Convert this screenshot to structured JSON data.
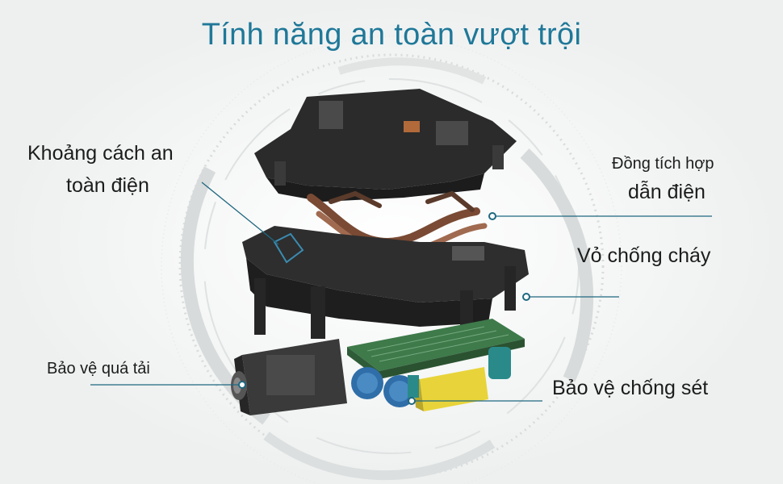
{
  "title": "Tính năng an toàn vượt trội",
  "colors": {
    "title": "#1f7898",
    "leader_line": "#1f6880",
    "background": "#f4f5f5"
  },
  "labels": {
    "safety_distance_line1": "Khoảng cách an",
    "safety_distance_line2": "toàn điện",
    "integrated_copper_line1": "Đồng tích hợp",
    "integrated_copper_line2": "dẫn điện",
    "fireproof_shell": "Vỏ chống cháy",
    "overload_protection": "Bảo vệ quá tải",
    "lightning_protection": "Bảo vệ chống sét"
  }
}
